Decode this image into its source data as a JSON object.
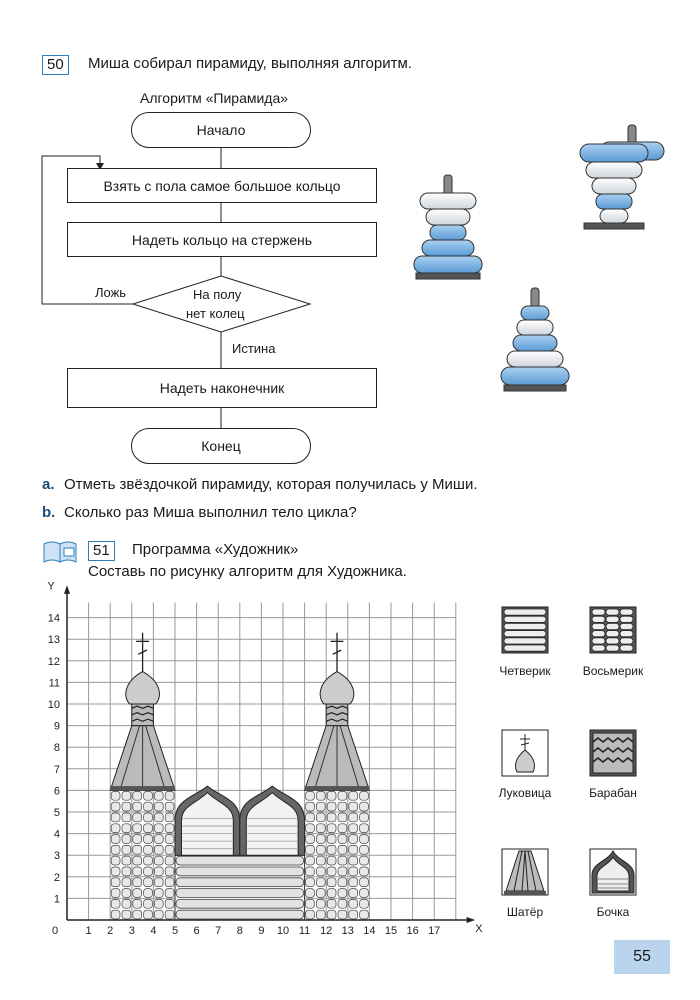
{
  "task50": {
    "number": "50",
    "statement": "Миша собирал пирамиду, выполняя алгоритм.",
    "algorithm_title": "Алгоритм «Пирамида»",
    "flowchart": {
      "start": "Начало",
      "step1": "Взять с пола самое большое кольцо",
      "step2": "Надеть кольцо на стержень",
      "condition_line1": "На полу",
      "condition_line2": "нет колец",
      "false_label": "Ложь",
      "true_label": "Истина",
      "step3": "Надеть наконечник",
      "end": "Конец"
    },
    "question_a_marker": "a.",
    "question_a": "Отметь звёздочкой пирамиду, которая получилась у Миши.",
    "question_b_marker": "b.",
    "question_b": "Сколько раз Миша выполнил тело цикла?"
  },
  "task51": {
    "number": "51",
    "title": "Программа «Художник»",
    "statement": "Составь по рисунку алгоритм для Художника.",
    "grid": {
      "y_axis_label": "Y",
      "x_axis_label": "X",
      "origin_label": "0",
      "x_ticks": [
        "1",
        "2",
        "3",
        "4",
        "5",
        "6",
        "7",
        "8",
        "9",
        "10",
        "11",
        "12",
        "13",
        "14",
        "15",
        "16",
        "17"
      ],
      "y_ticks": [
        "1",
        "2",
        "3",
        "4",
        "5",
        "6",
        "7",
        "8",
        "9",
        "10",
        "11",
        "12",
        "13",
        "14"
      ]
    },
    "legend": [
      {
        "label": "Четверик"
      },
      {
        "label": "Восьмерик"
      },
      {
        "label": "Луковица"
      },
      {
        "label": "Барабан"
      },
      {
        "label": "Шатёр"
      },
      {
        "label": "Бочка"
      }
    ]
  },
  "page_number": "55",
  "colors": {
    "accent_blue": "#2d7fb8",
    "ring_blue": "#7db6e6",
    "page_box": "#b9d4ec"
  }
}
